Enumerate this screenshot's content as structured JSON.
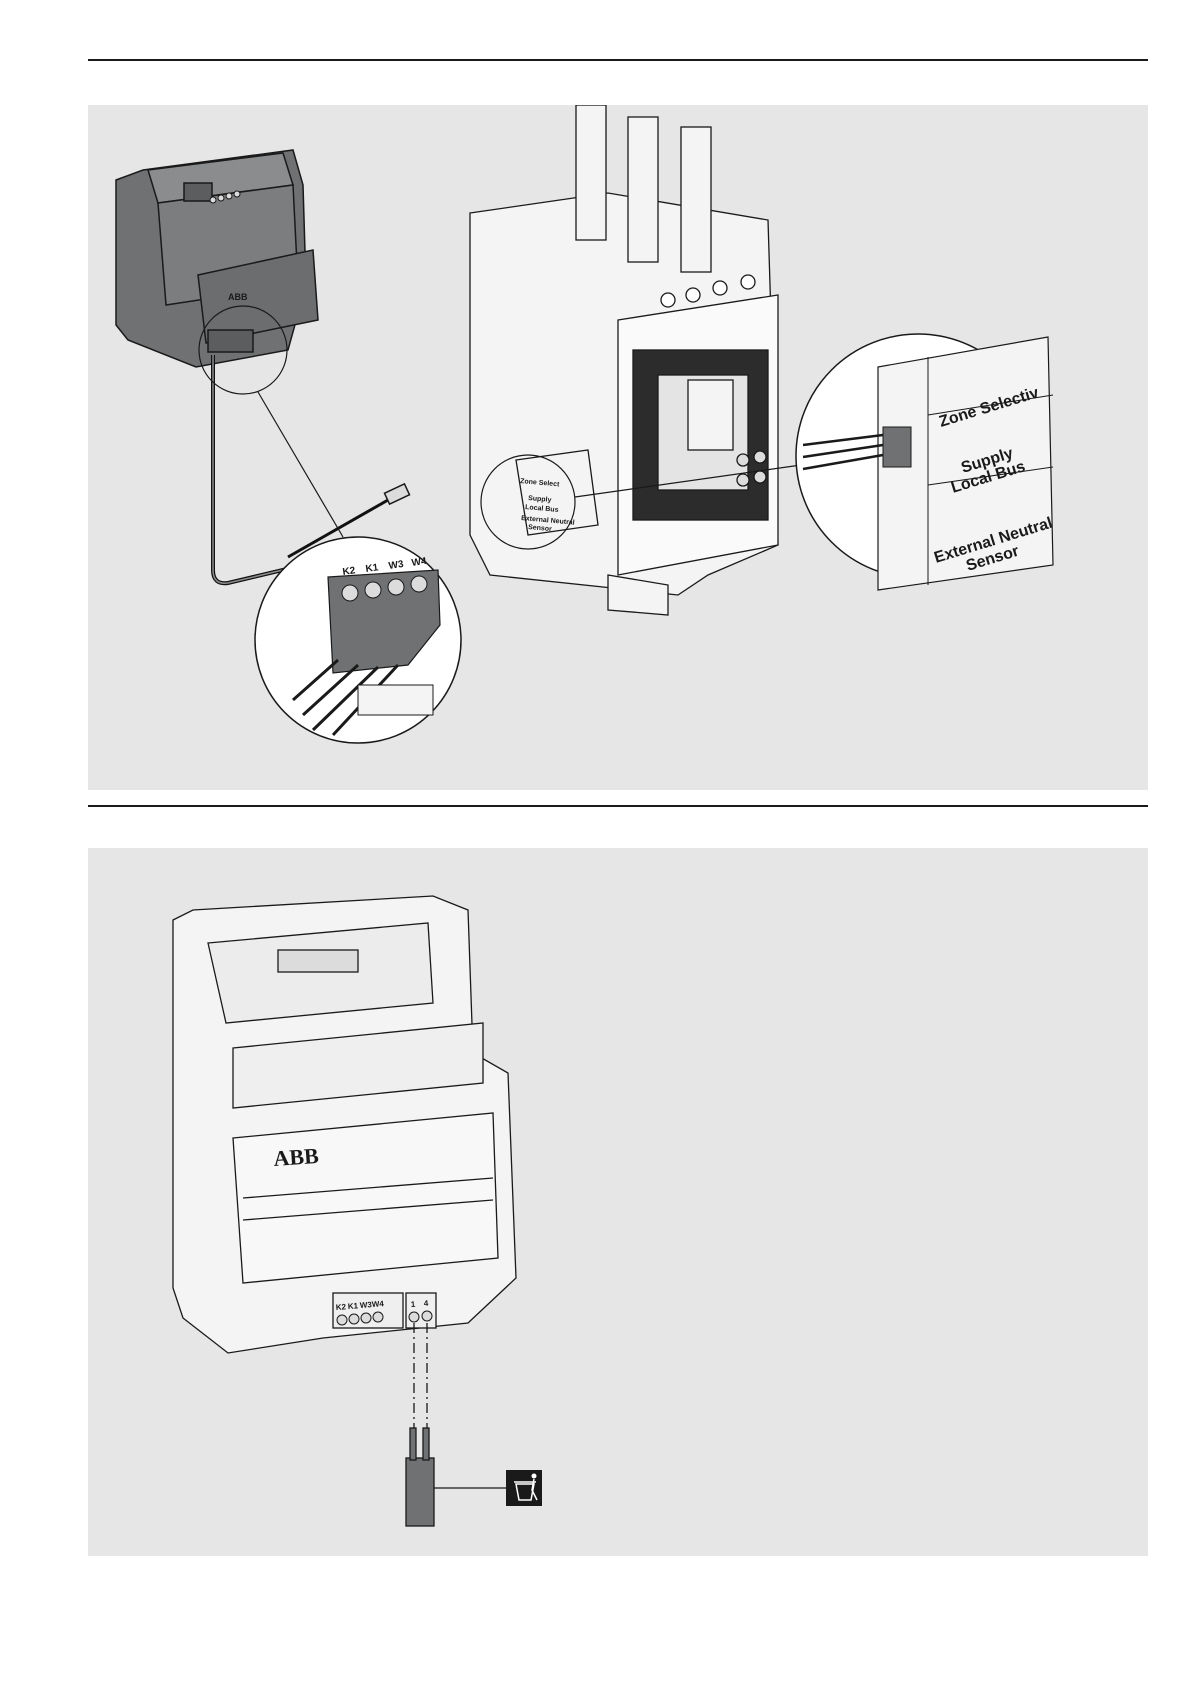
{
  "top_figure": {
    "module_terminals": [
      "K2",
      "K1",
      "W3",
      "W4"
    ],
    "module_brand": "ABB",
    "breaker_ports": {
      "zone_selectivity": "Zone Selectiv",
      "supply_local_bus_line1": "Supply",
      "supply_local_bus_line2": "Local Bus",
      "external_neutral_line1": "External Neutral",
      "external_neutral_line2": "Sensor"
    },
    "breaker_small_labels": {
      "zone": "Zone Select",
      "supply": "Supply",
      "local": "Local Bus",
      "ext": "External Neutral",
      "sensor": "Sensor"
    }
  },
  "bottom_figure": {
    "module_brand": "ABB",
    "module_terminals": [
      "K2",
      "K1",
      "W3",
      "W4"
    ],
    "jumper_terminals": [
      "1",
      "4"
    ],
    "disposal_icon": "trash-bin-icon"
  },
  "colors": {
    "panel_background": "#e6e6e7",
    "device_dark": "#6f7173",
    "device_light": "#f4f4f4",
    "line": "#1a1a1a"
  }
}
